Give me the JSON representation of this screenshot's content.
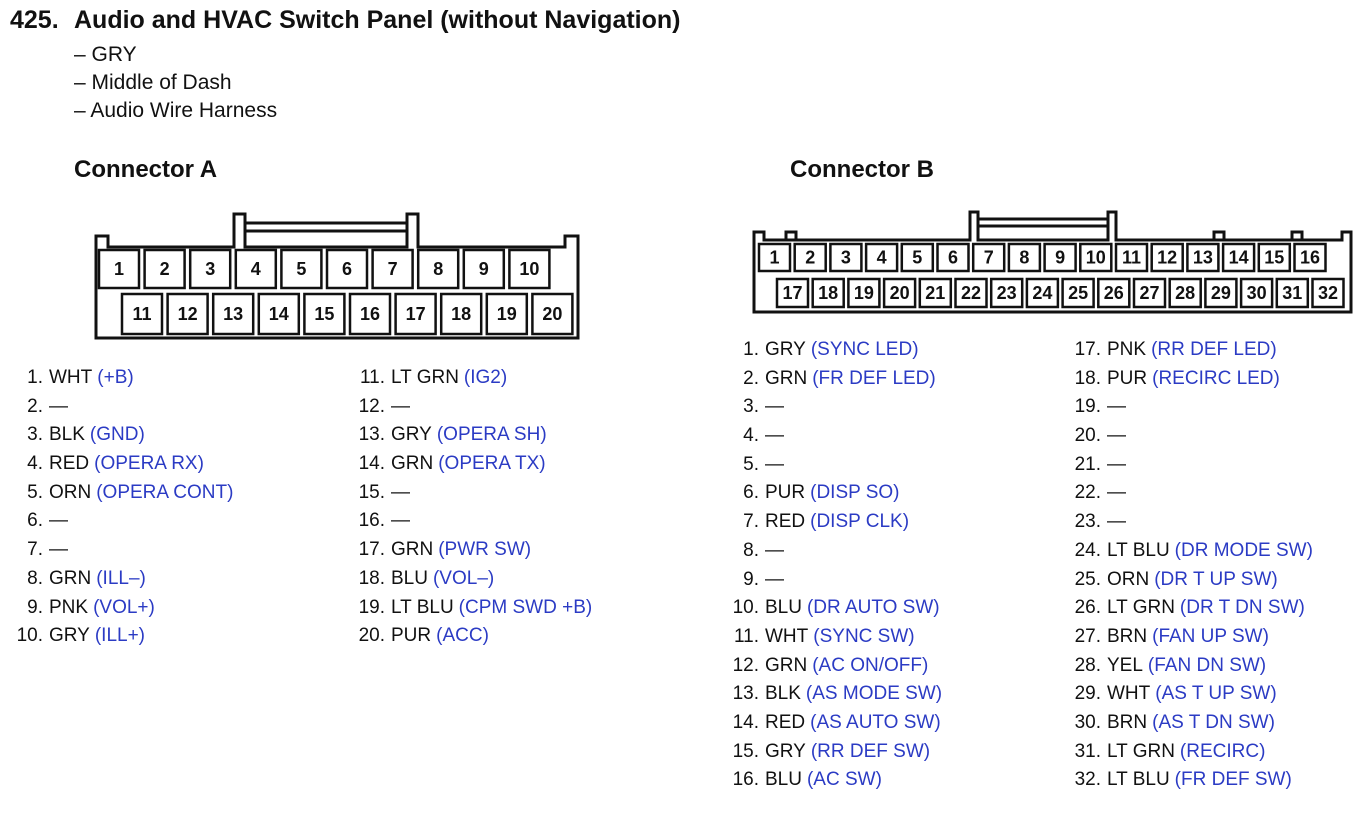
{
  "heading": {
    "number": "425.",
    "title": "Audio and HVAC Switch Panel (without Navigation)",
    "details": [
      "– GRY",
      "– Middle of Dash",
      "– Audio Wire Harness"
    ]
  },
  "connector_a": {
    "title": "Connector A",
    "face_top_row": [
      "1",
      "2",
      "3",
      "4",
      "5",
      "6",
      "7",
      "8",
      "9",
      "10"
    ],
    "face_bottom_row": [
      "11",
      "12",
      "13",
      "14",
      "15",
      "16",
      "17",
      "18",
      "19",
      "20"
    ],
    "pins": [
      {
        "num": "1.",
        "color": "WHT",
        "func": "(+B)"
      },
      {
        "num": "2.",
        "color": "—",
        "func": ""
      },
      {
        "num": "3.",
        "color": "BLK",
        "func": "(GND)"
      },
      {
        "num": "4.",
        "color": "RED",
        "func": "(OPERA RX)"
      },
      {
        "num": "5.",
        "color": "ORN",
        "func": "(OPERA CONT)"
      },
      {
        "num": "6.",
        "color": "—",
        "func": ""
      },
      {
        "num": "7.",
        "color": "—",
        "func": ""
      },
      {
        "num": "8.",
        "color": "GRN",
        "func": "(ILL–)"
      },
      {
        "num": "9.",
        "color": "PNK",
        "func": "(VOL+)"
      },
      {
        "num": "10.",
        "color": "GRY",
        "func": "(ILL+)"
      },
      {
        "num": "11.",
        "color": "LT GRN",
        "func": "(IG2)"
      },
      {
        "num": "12.",
        "color": "—",
        "func": ""
      },
      {
        "num": "13.",
        "color": "GRY",
        "func": "(OPERA SH)"
      },
      {
        "num": "14.",
        "color": "GRN",
        "func": "(OPERA TX)"
      },
      {
        "num": "15.",
        "color": "—",
        "func": ""
      },
      {
        "num": "16.",
        "color": "—",
        "func": ""
      },
      {
        "num": "17.",
        "color": "GRN",
        "func": "(PWR SW)"
      },
      {
        "num": "18.",
        "color": "BLU",
        "func": "(VOL–)"
      },
      {
        "num": "19.",
        "color": "LT BLU",
        "func": "(CPM SWD +B)"
      },
      {
        "num": "20.",
        "color": "PUR",
        "func": "(ACC)"
      }
    ]
  },
  "connector_b": {
    "title": "Connector B",
    "face_top_row": [
      "1",
      "2",
      "3",
      "4",
      "5",
      "6",
      "7",
      "8",
      "9",
      "10",
      "11",
      "12",
      "13",
      "14",
      "15",
      "16"
    ],
    "face_bottom_row": [
      "17",
      "18",
      "19",
      "20",
      "21",
      "22",
      "23",
      "24",
      "25",
      "26",
      "27",
      "28",
      "29",
      "30",
      "31",
      "32"
    ],
    "pins": [
      {
        "num": "1.",
        "color": "GRY",
        "func": "(SYNC LED)"
      },
      {
        "num": "2.",
        "color": "GRN",
        "func": "(FR DEF LED)"
      },
      {
        "num": "3.",
        "color": "—",
        "func": ""
      },
      {
        "num": "4.",
        "color": "—",
        "func": ""
      },
      {
        "num": "5.",
        "color": "—",
        "func": ""
      },
      {
        "num": "6.",
        "color": "PUR",
        "func": "(DISP SO)"
      },
      {
        "num": "7.",
        "color": "RED",
        "func": "(DISP CLK)"
      },
      {
        "num": "8.",
        "color": "—",
        "func": ""
      },
      {
        "num": "9.",
        "color": "—",
        "func": ""
      },
      {
        "num": "10.",
        "color": "BLU",
        "func": "(DR AUTO SW)"
      },
      {
        "num": "11.",
        "color": "WHT",
        "func": "(SYNC SW)"
      },
      {
        "num": "12.",
        "color": "GRN",
        "func": "(AC ON/OFF)"
      },
      {
        "num": "13.",
        "color": "BLK",
        "func": "(AS MODE SW)"
      },
      {
        "num": "14.",
        "color": "RED",
        "func": "(AS AUTO SW)"
      },
      {
        "num": "15.",
        "color": "GRY",
        "func": "(RR DEF SW)"
      },
      {
        "num": "16.",
        "color": "BLU",
        "func": "(AC SW)"
      },
      {
        "num": "17.",
        "color": "PNK",
        "func": "(RR DEF LED)"
      },
      {
        "num": "18.",
        "color": "PUR",
        "func": "(RECIRC LED)"
      },
      {
        "num": "19.",
        "color": "—",
        "func": ""
      },
      {
        "num": "20.",
        "color": "—",
        "func": ""
      },
      {
        "num": "21.",
        "color": "—",
        "func": ""
      },
      {
        "num": "22.",
        "color": "—",
        "func": ""
      },
      {
        "num": "23.",
        "color": "—",
        "func": ""
      },
      {
        "num": "24.",
        "color": "LT BLU",
        "func": "(DR MODE SW)"
      },
      {
        "num": "25.",
        "color": "ORN",
        "func": "(DR T UP SW)"
      },
      {
        "num": "26.",
        "color": "LT GRN",
        "func": "(DR T DN SW)"
      },
      {
        "num": "27.",
        "color": "BRN",
        "func": "(FAN UP SW)"
      },
      {
        "num": "28.",
        "color": "YEL",
        "func": "(FAN DN SW)"
      },
      {
        "num": "29.",
        "color": "WHT",
        "func": "(AS T UP SW)"
      },
      {
        "num": "30.",
        "color": "BRN",
        "func": "(AS T DN SW)"
      },
      {
        "num": "31.",
        "color": "LT GRN",
        "func": "(RECIRC)"
      },
      {
        "num": "32.",
        "color": "LT BLU",
        "func": "(FR DEF SW)"
      }
    ]
  },
  "colors": {
    "text": "#111111",
    "function_text": "#2b3bc4"
  }
}
